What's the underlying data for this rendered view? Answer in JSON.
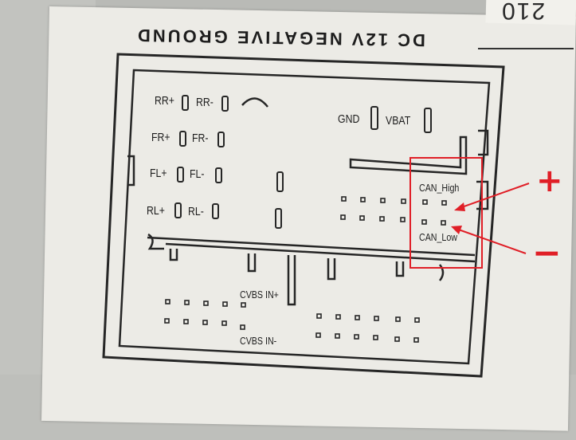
{
  "code_fragment": "210",
  "title": "DC 12V NEGATIVE GROUND",
  "speakers": {
    "rr_plus": "RR+",
    "rr_minus": "RR-",
    "fr_plus": "FR+",
    "fr_minus": "FR-",
    "fl_plus": "FL+",
    "fl_minus": "FL-",
    "rl_plus": "RL+",
    "rl_minus": "RL-"
  },
  "power": {
    "gnd": "GND",
    "vbat": "VBAT"
  },
  "can": {
    "high": "CAN_High",
    "low": "CAN_Low"
  },
  "video": {
    "in_plus": "CVBS IN+",
    "in_minus": "CVBS IN-"
  },
  "annotations": {
    "plus": "+",
    "minus": "−",
    "color": "#e01f27"
  }
}
